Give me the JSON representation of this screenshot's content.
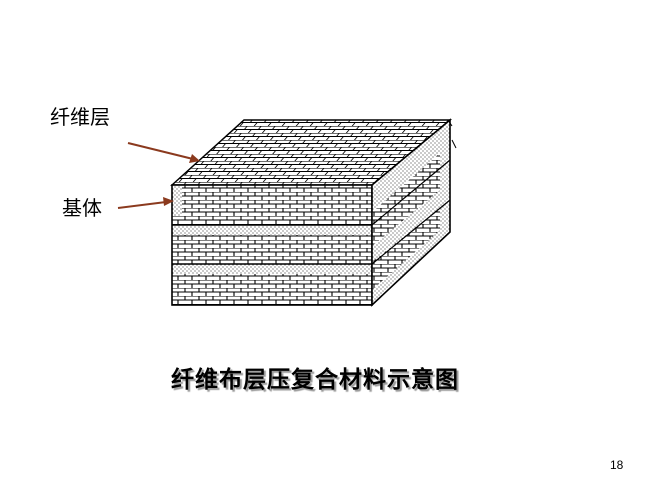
{
  "slide": {
    "labels": {
      "fiber_layer": "纤维层",
      "matrix": "基体"
    },
    "caption": "纤维布层压复合材料示意图",
    "page_number": "18"
  },
  "colors": {
    "arrow": "#8b3a1e",
    "line": "#000000",
    "caption_shadow": "#9a9a9a"
  }
}
